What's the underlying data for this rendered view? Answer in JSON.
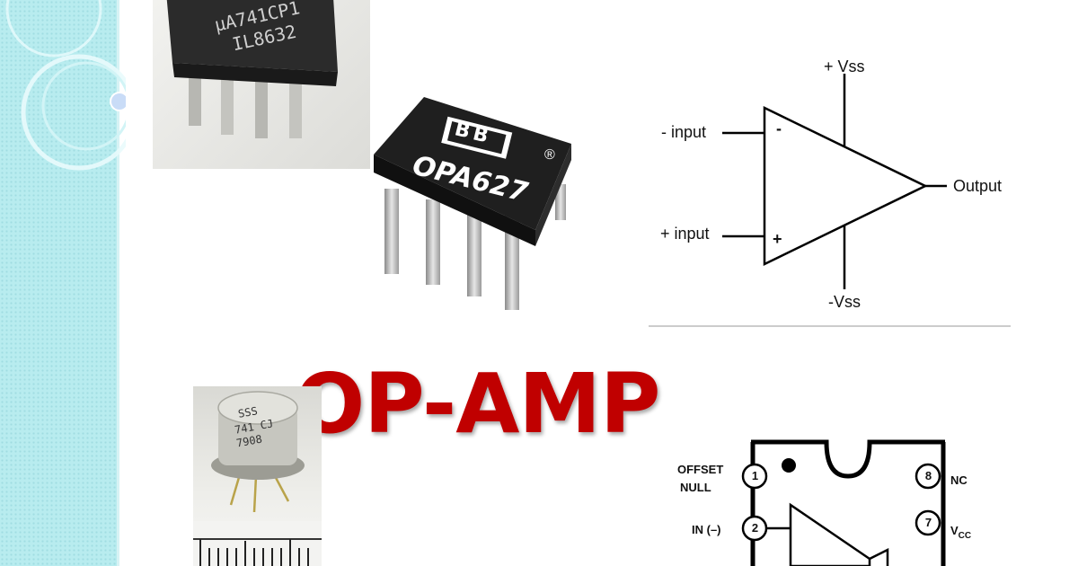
{
  "title": "OP-AMP",
  "colors": {
    "title": "#c00000",
    "left_strip": "#b8ecef"
  },
  "chip_741": {
    "line1": "μA741CP1",
    "line2": "IL8632"
  },
  "chip_opa627": {
    "brand": "BB",
    "part": "OPA627",
    "mark": "®"
  },
  "chip_can": {
    "line1": "SSS",
    "line2": "741 CJ",
    "line3": "7908"
  },
  "symbol": {
    "vplus": "+ Vss",
    "vminus": "-Vss",
    "minus_input": "- input",
    "plus_input": "+ input",
    "output": "Output",
    "minus_sign": "-",
    "plus_sign": "+"
  },
  "pinout": {
    "pin1": {
      "num": "1",
      "label_line1": "OFFSET",
      "label_line2": "NULL"
    },
    "pin2": {
      "num": "2",
      "label": "IN (–)"
    },
    "pin8": {
      "num": "8",
      "label": "NC"
    },
    "pin7": {
      "num": "7",
      "label": "V",
      "label_sub": "CC"
    }
  }
}
